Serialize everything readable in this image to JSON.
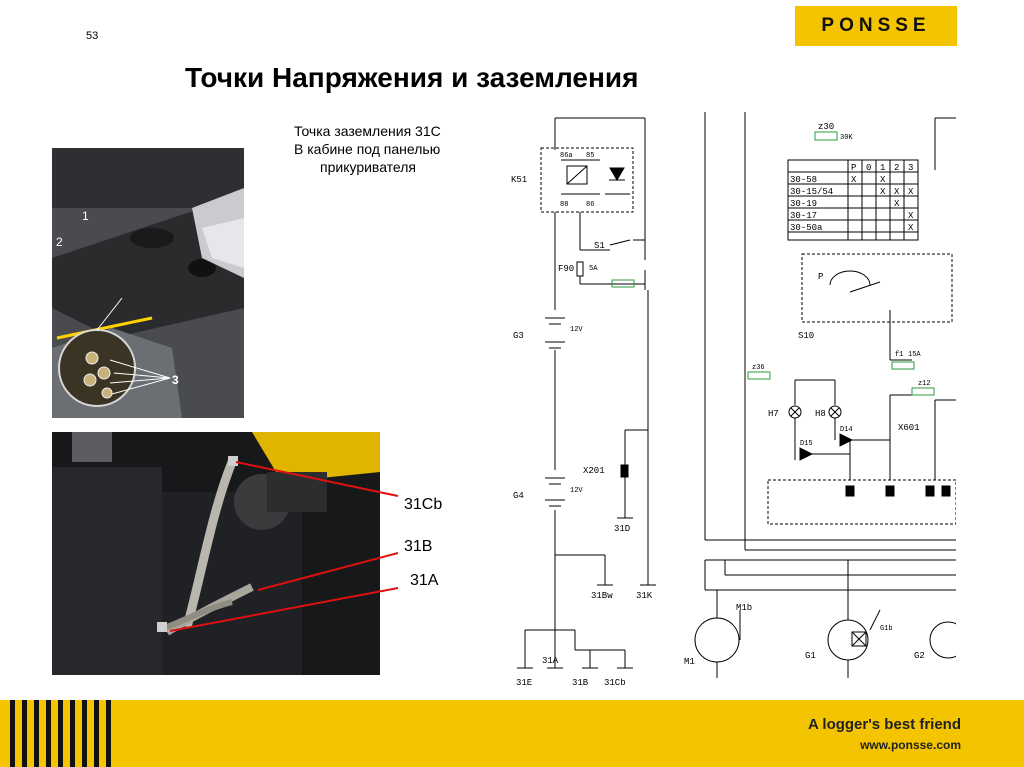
{
  "slide": {
    "number": "53",
    "title": "Точки Напряжения и заземления",
    "logo_text": "PONSSE"
  },
  "caption": {
    "line1": "Точка заземления 31C",
    "line2": "В кабине под панелью",
    "line3": "прикуривателя"
  },
  "photo_top": {
    "labels": [
      "1",
      "2",
      "3"
    ]
  },
  "photo_bottom": {
    "callouts": [
      {
        "id": "31cb",
        "text": "31Cb"
      },
      {
        "id": "31b",
        "text": "31B"
      },
      {
        "id": "31a",
        "text": "31A"
      }
    ]
  },
  "schematic": {
    "labels": {
      "K51": "K51",
      "S1": "S1",
      "F90": "F90",
      "F90_rating": "5A",
      "G3": "G3",
      "G3_volt": "12V",
      "G4": "G4",
      "G4_volt": "12V",
      "X201": "X201",
      "g31D": "31D",
      "g31Bw": "31Bw",
      "g31K": "31K",
      "g31A": "31A",
      "g31E": "31E",
      "g31B": "31B",
      "g31Cb": "31Cb",
      "M1": "M1",
      "M1b": "M1b",
      "G1": "G1",
      "G2": "G2",
      "G1b": "G1b",
      "H7": "H7",
      "H8": "H8",
      "D14": "D14",
      "D15": "D15",
      "X601": "X601",
      "S10": "S10",
      "z30": "z30",
      "z12": "z12",
      "f1": "f1",
      "f1_rating": "15A",
      "z36": "z36",
      "k30": "30K",
      "p_label": "P",
      "r86a": "86a",
      "r85": "85",
      "r88": "88",
      "r86": "86"
    },
    "switch_table": {
      "header": [
        "P",
        "0",
        "1",
        "2",
        "3"
      ],
      "rows": [
        {
          "name": "30-58",
          "marks": [
            "X",
            "",
            "X",
            "",
            ""
          ]
        },
        {
          "name": "30-15/54",
          "marks": [
            "",
            "",
            "X",
            "X",
            "X"
          ]
        },
        {
          "name": "30-19",
          "marks": [
            "",
            "",
            "",
            "X",
            ""
          ]
        },
        {
          "name": "30-17",
          "marks": [
            "",
            "",
            "",
            "",
            "X"
          ]
        },
        {
          "name": "30-50a",
          "marks": [
            "",
            "",
            "",
            "",
            "X"
          ]
        }
      ]
    }
  },
  "footer": {
    "tagline": "A logger's best friend",
    "url": "www.ponsse.com"
  }
}
